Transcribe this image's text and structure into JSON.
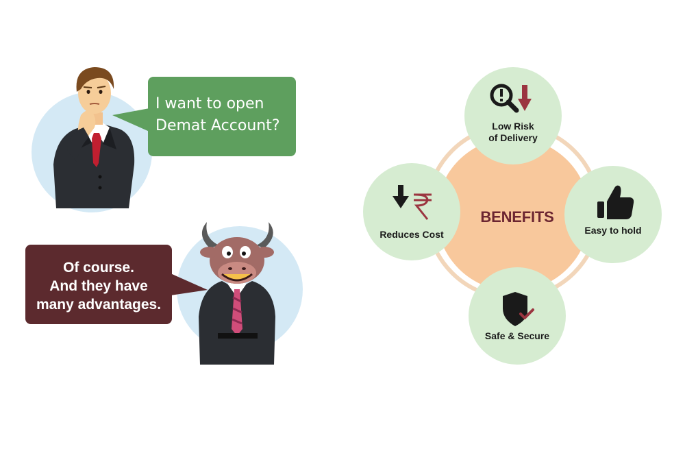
{
  "conversation": {
    "question": {
      "lines": [
        "I want to open",
        "Demat Account?"
      ]
    },
    "answer": {
      "lines": [
        "Of course.",
        "And they have",
        "many advantages."
      ]
    }
  },
  "benefits": {
    "title": "BENEFITS",
    "items": [
      {
        "lines": [
          "Low Risk",
          "of Delivery"
        ],
        "icon": "magnifier-exclamation-down-arrow-icon"
      },
      {
        "lines": [
          "Easy to hold"
        ],
        "icon": "thumbs-up-icon"
      },
      {
        "lines": [
          "Safe & Secure"
        ],
        "icon": "shield-check-icon"
      },
      {
        "lines": [
          "Reduces Cost"
        ],
        "icon": "down-arrow-rupee-icon"
      }
    ]
  },
  "colors": {
    "question_bubble": "#5e9f5e",
    "answer_bubble": "#5c2a2e",
    "avatar_circle": "#d4e9f5",
    "benefit_node": "#d6ecd1",
    "center_circle": "#f8c89c",
    "ring": "#f2d6ba",
    "accent_red": "#9b3540"
  }
}
